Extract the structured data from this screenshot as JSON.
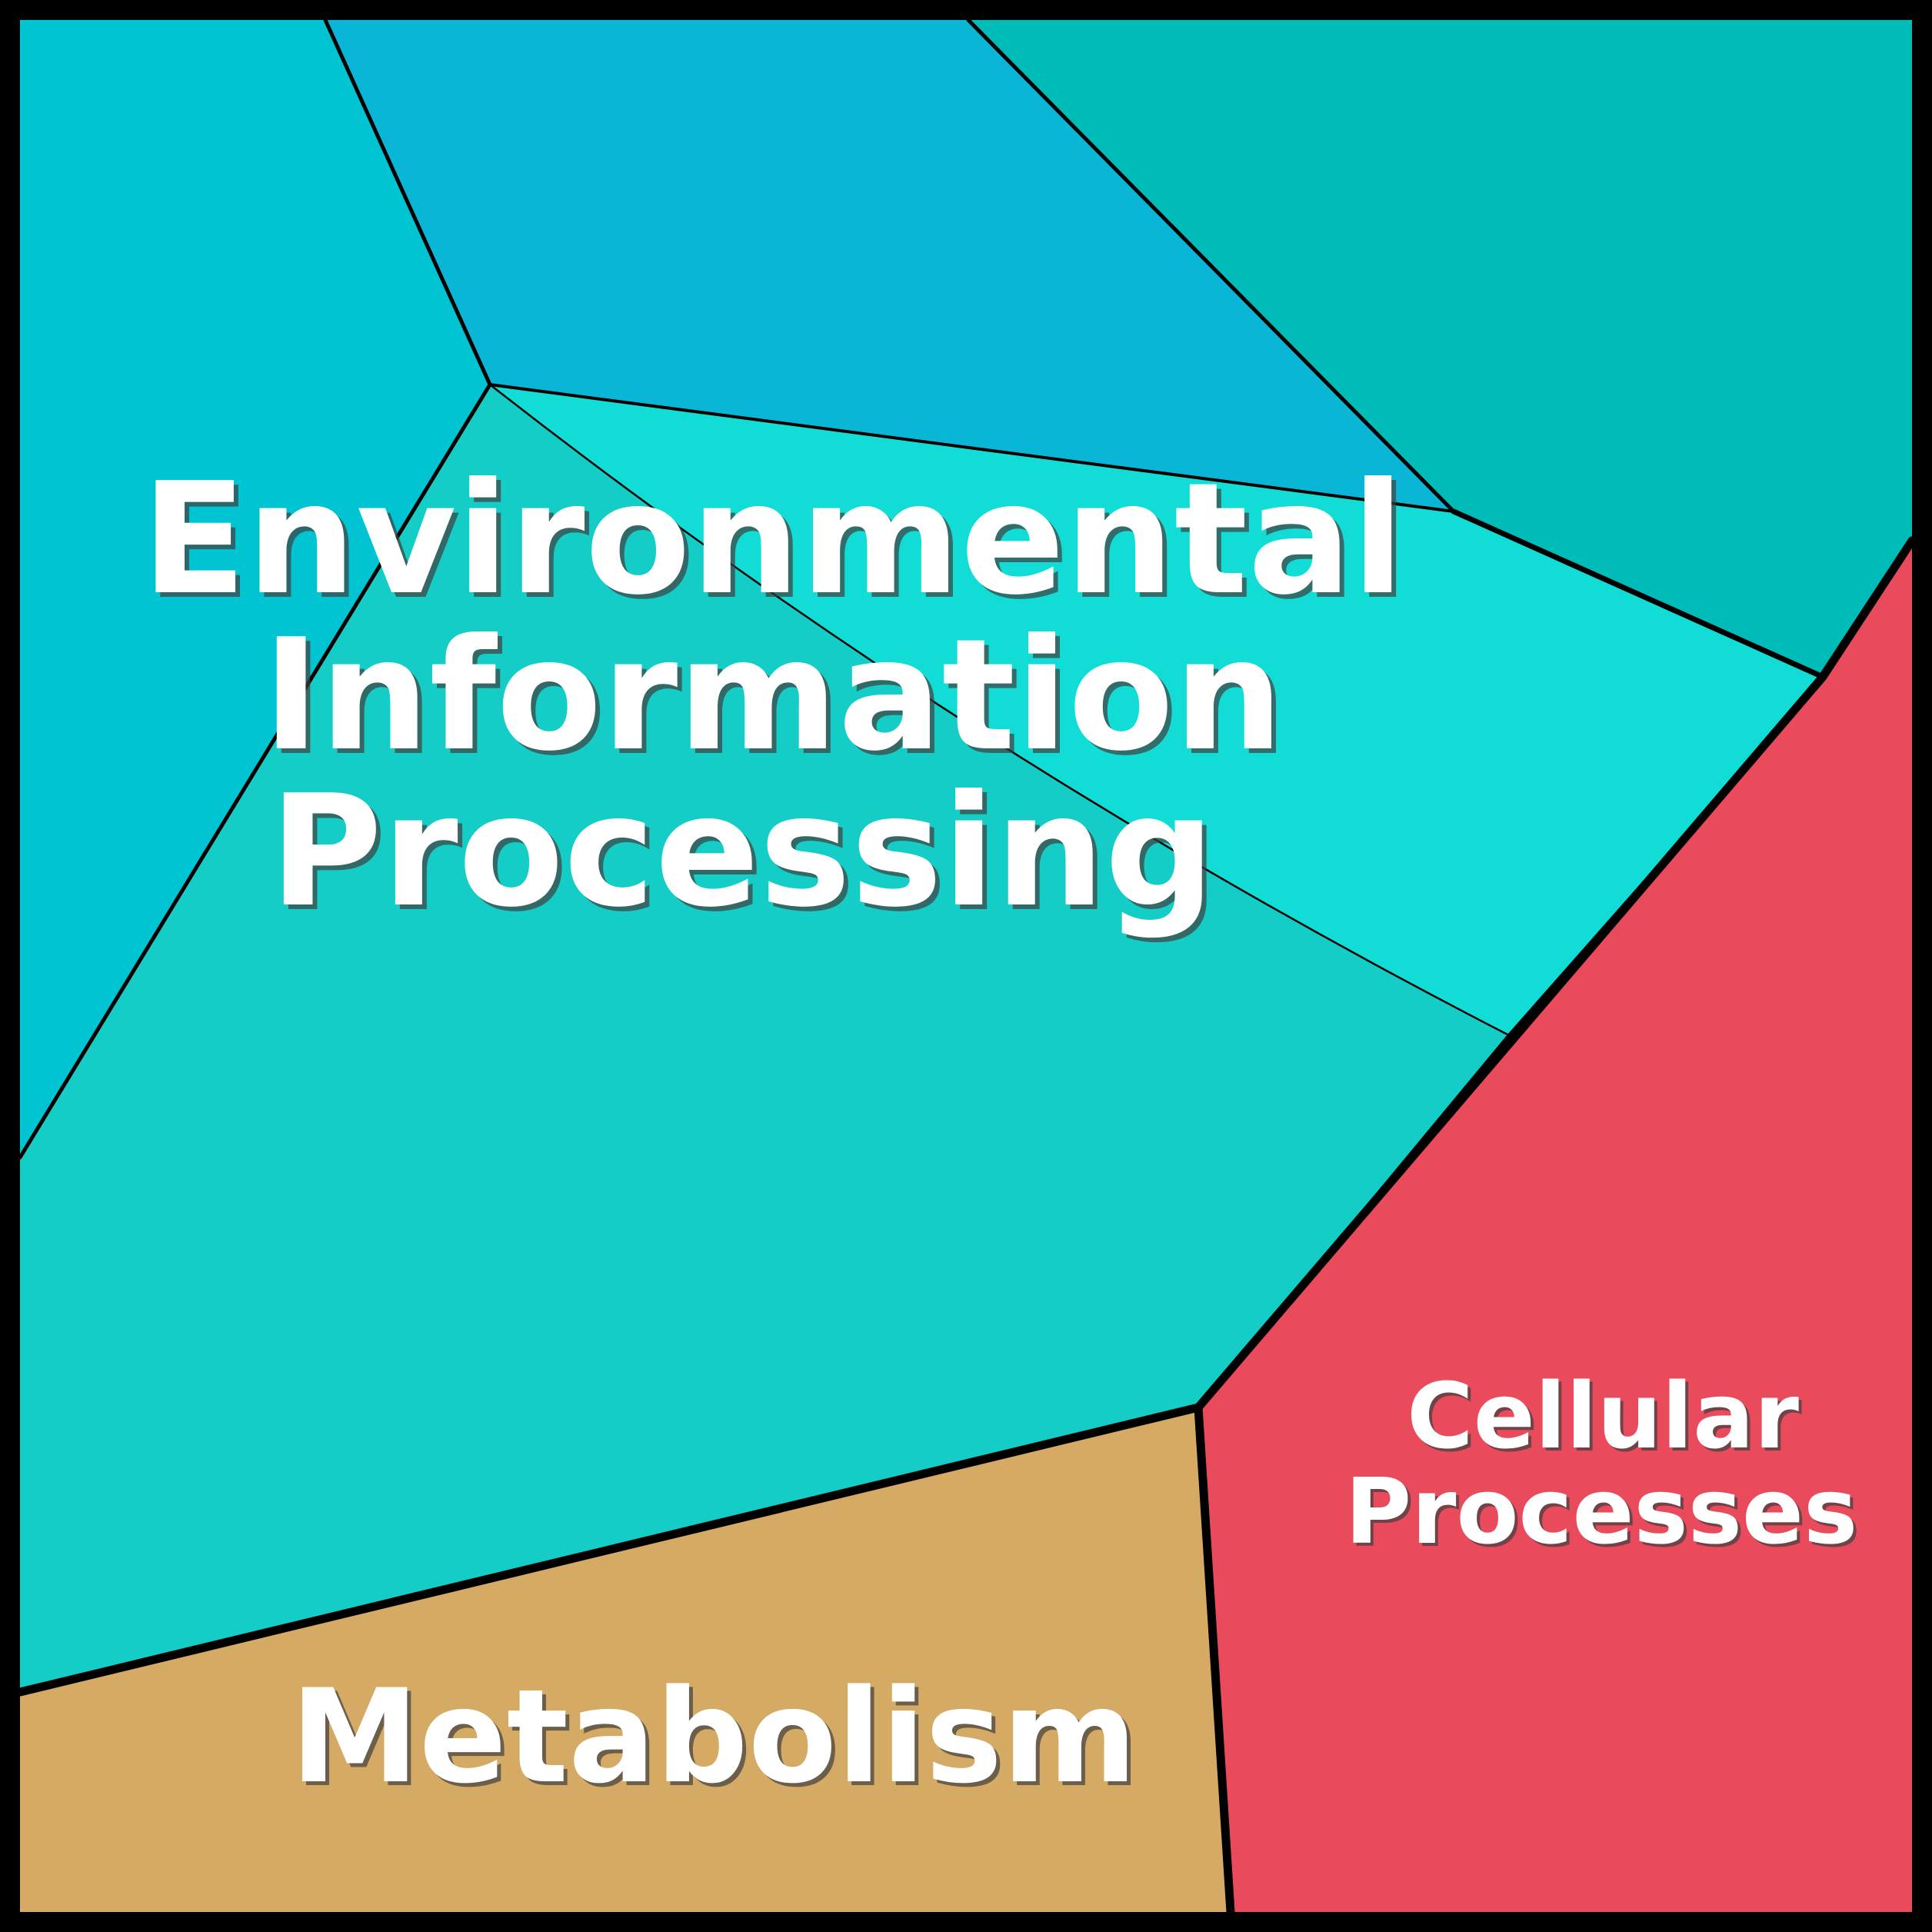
{
  "chart_data": {
    "type": "treemap",
    "variant": "voronoi-treemap",
    "title": "",
    "legend": false,
    "grid": false,
    "line_color": "#000000",
    "text_color": "#ffffff",
    "shadow_color": "#3f3f3f",
    "frame_color": "#000000",
    "cells": [
      {
        "label": [
          "Environmental",
          "Information",
          "Processing"
        ],
        "label_text": "Environmental Information Processing",
        "color": "#12dcd6",
        "subcell_color": "#14cdc6",
        "area_pct_est": 41
      },
      {
        "label": [
          "Cellular",
          "Processes"
        ],
        "label_text": "Cellular Processes",
        "color": "#e94b5c",
        "area_pct_est": 18
      },
      {
        "label": [
          "Metabolism"
        ],
        "label_text": "Metabolism",
        "color": "#d4aa65",
        "area_pct_est": 12
      },
      {
        "label": [],
        "label_text": "",
        "color": "#00bcb8",
        "area_pct_est": 11
      },
      {
        "label": [],
        "label_text": "",
        "color": "#00c4d2",
        "area_pct_est": 9
      },
      {
        "label": [],
        "label_text": "",
        "color": "#0ab6d6",
        "area_pct_est": 9
      }
    ]
  }
}
